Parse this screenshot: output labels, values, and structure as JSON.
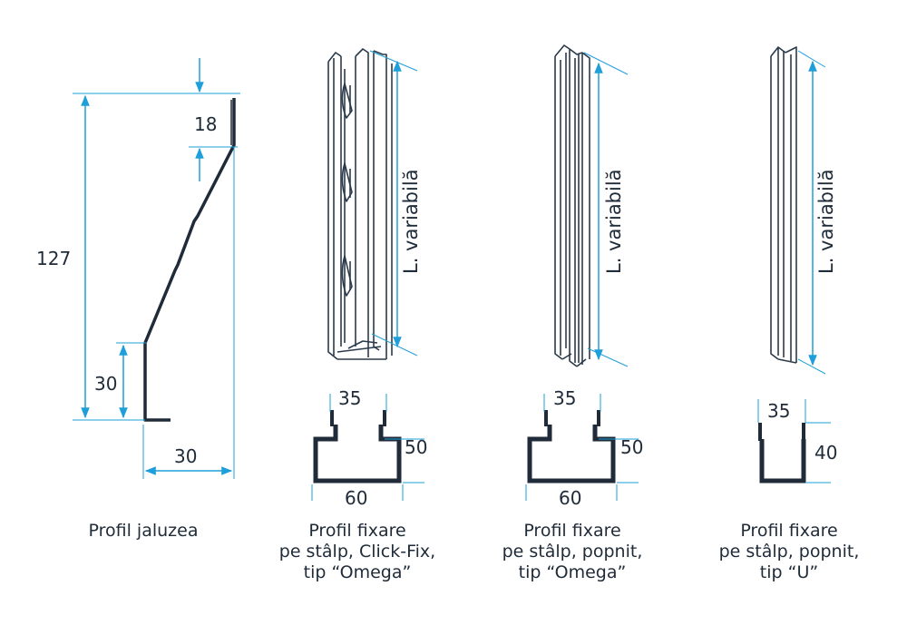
{
  "colors": {
    "ink": "#1f2b38",
    "accent": "#1e9fd9",
    "line": "#2b3a4a"
  },
  "louver": {
    "dim_height": "127",
    "dim_top": "18",
    "dim_bottom": "30",
    "dim_width": "30",
    "caption": [
      "Profil jaluzea"
    ]
  },
  "profiles": [
    {
      "length_label": "L. variabilă",
      "dim_top": "35",
      "dim_side": "50",
      "dim_bottom": "60",
      "caption": [
        "Profil fixare",
        "pe stâlp, Click-Fix,",
        "tip “Omega”"
      ]
    },
    {
      "length_label": "L. variabilă",
      "dim_top": "35",
      "dim_side": "50",
      "dim_bottom": "60",
      "caption": [
        "Profil fixare",
        "pe stâlp, popnit,",
        "tip “Omega”"
      ]
    },
    {
      "length_label": "L. variabilă",
      "dim_top": "35",
      "dim_side": "40",
      "caption": [
        "Profil fixare",
        "pe stâlp, popnit,",
        "tip “U”"
      ]
    }
  ]
}
